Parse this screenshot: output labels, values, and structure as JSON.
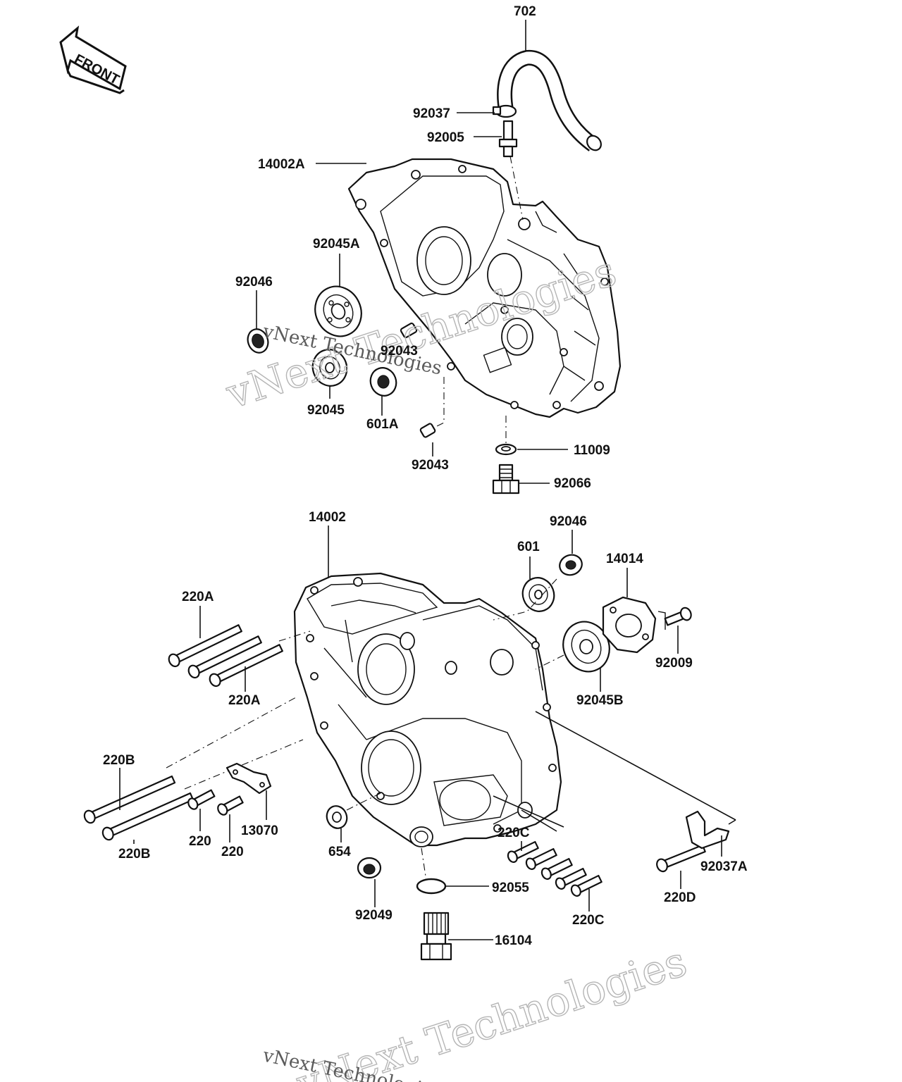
{
  "diagram": {
    "front_label": "FRONT",
    "watermark": "vNext Technologies",
    "corner_code": "",
    "upper_labels": {
      "p702": "702",
      "p92037": "92037",
      "p92005": "92005",
      "p14002A": "14002A",
      "p92045A": "92045A",
      "p92046": "92046",
      "p92043_top": "92043",
      "p92045": "92045",
      "p601A": "601A",
      "p92043": "92043",
      "p11009": "11009",
      "p92066": "92066"
    },
    "lower_labels": {
      "p14002": "14002",
      "p92046": "92046",
      "p601": "601",
      "p14014": "14014",
      "p220A_top": "220A",
      "p92009": "92009",
      "p220A": "220A",
      "p92045B": "92045B",
      "p220B_top": "220B",
      "p220_a": "220",
      "p220_b": "220",
      "p13070": "13070",
      "p220B": "220B",
      "p654": "654",
      "p220C_top": "220C",
      "p92037A": "92037A",
      "p92049": "92049",
      "p92055": "92055",
      "p220D": "220D",
      "p220C": "220C",
      "p16104": "16104"
    }
  }
}
